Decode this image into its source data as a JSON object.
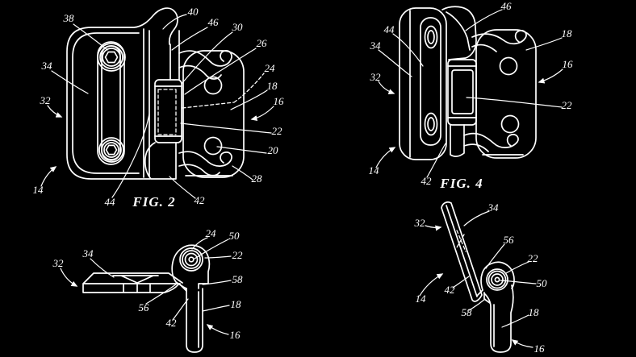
{
  "sheet": {
    "background_color": "#000000",
    "line_color": "#ffffff"
  },
  "figures": {
    "fig2": {
      "caption": "FIG. 2",
      "refs": {
        "r14": "14",
        "r16": "16",
        "r18": "18",
        "r20": "20",
        "r22": "22",
        "r24": "24",
        "r26": "26",
        "r28": "28",
        "r30": "30",
        "r32": "32",
        "r34": "34",
        "r38": "38",
        "r40": "40",
        "r42": "42",
        "r44": "44",
        "r46": "46"
      }
    },
    "fig4": {
      "caption": "FIG. 4",
      "refs": {
        "r14": "14",
        "r16": "16",
        "r18": "18",
        "r22": "22",
        "r32": "32",
        "r34": "34",
        "r42": "42",
        "r44": "44",
        "r46": "46"
      }
    },
    "fig3": {
      "refs": {
        "r16": "16",
        "r18": "18",
        "r22": "22",
        "r24": "24",
        "r32": "32",
        "r34": "34",
        "r42": "42",
        "r50": "50",
        "r56": "56",
        "r58": "58"
      }
    },
    "fig5": {
      "refs": {
        "r14": "14",
        "r16": "16",
        "r18": "18",
        "r22": "22",
        "r32": "32",
        "r34": "34",
        "r42": "42",
        "r50": "50",
        "r56": "56",
        "r58": "58"
      }
    }
  }
}
